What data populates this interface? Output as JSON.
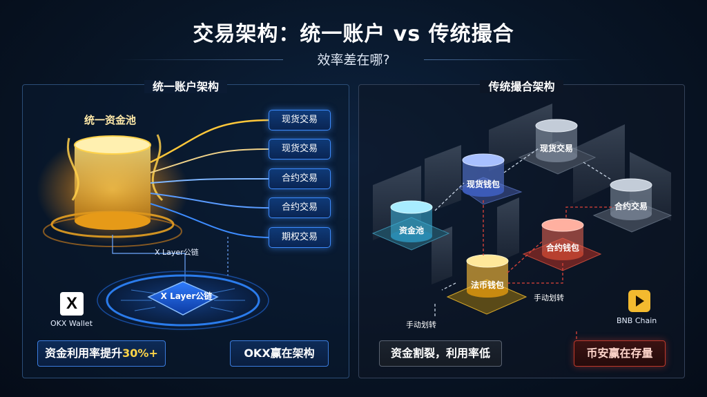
{
  "header": {
    "title": "交易架构：统一账户 vs 传统撮合",
    "subtitle": "效率差在哪?"
  },
  "left_panel": {
    "title": "统一账户架构",
    "pool_label": "统一资金池",
    "trades": [
      "现货交易",
      "现货交易",
      "合约交易",
      "合约交易",
      "期权交易"
    ],
    "chain_label": "X Layer公链",
    "chip_label": "X Layer公链",
    "wallet_label": "OKX Wallet",
    "wallet_logo": "X",
    "bottom_left": {
      "prefix": "资金利用率提升",
      "highlight": "30%+"
    },
    "bottom_right": "OKX赢在架构"
  },
  "right_panel": {
    "title": "传统撮合架构",
    "tanks": {
      "spot": "现货交易",
      "spot_wallet": "现货钱包",
      "pool": "资金池",
      "futures": "合约交易",
      "futures_wallet": "合约钱包",
      "fiat_wallet": "法币钱包"
    },
    "transfer_1": "手动划转",
    "transfer_2": "手动划转",
    "chain_label": "BNB Chain",
    "bottom_left": "资金割裂，利用率低",
    "bottom_right": "币安赢在存量"
  },
  "colors": {
    "accent_blue": "#3d8cff",
    "gold": "#ffc83a",
    "alert_red": "#e0443a",
    "background": "#081526"
  },
  "icons": [
    "okx-logo-icon",
    "bnb-chain-logo-icon"
  ]
}
